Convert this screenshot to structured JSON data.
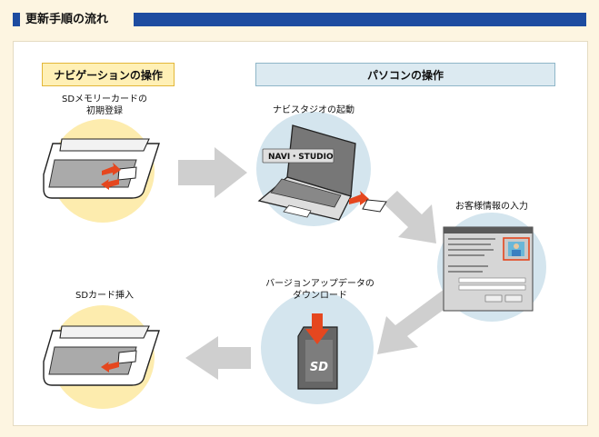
{
  "header": {
    "title": "更新手順の流れ"
  },
  "labels": {
    "nav": "ナビゲーションの操作",
    "pc": "パソコンの操作"
  },
  "steps": {
    "sd_register": [
      "SDメモリーカードの",
      "初期登録"
    ],
    "navistudio_launch": "ナビスタジオの起動",
    "customer_input": "お客様情報の入力",
    "data_download": [
      "バージョンアップデータの",
      "ダウンロード"
    ],
    "sd_insert": "SDカード挿入"
  },
  "screen_logo": "NAVI・STUDIO",
  "colors": {
    "header": "#1d4ca0",
    "nav_circle": "#fdecae",
    "pc_circle": "#d4e5ee",
    "arrow_red": "#e5471f",
    "arrow_gray": "#cfcfcf"
  }
}
